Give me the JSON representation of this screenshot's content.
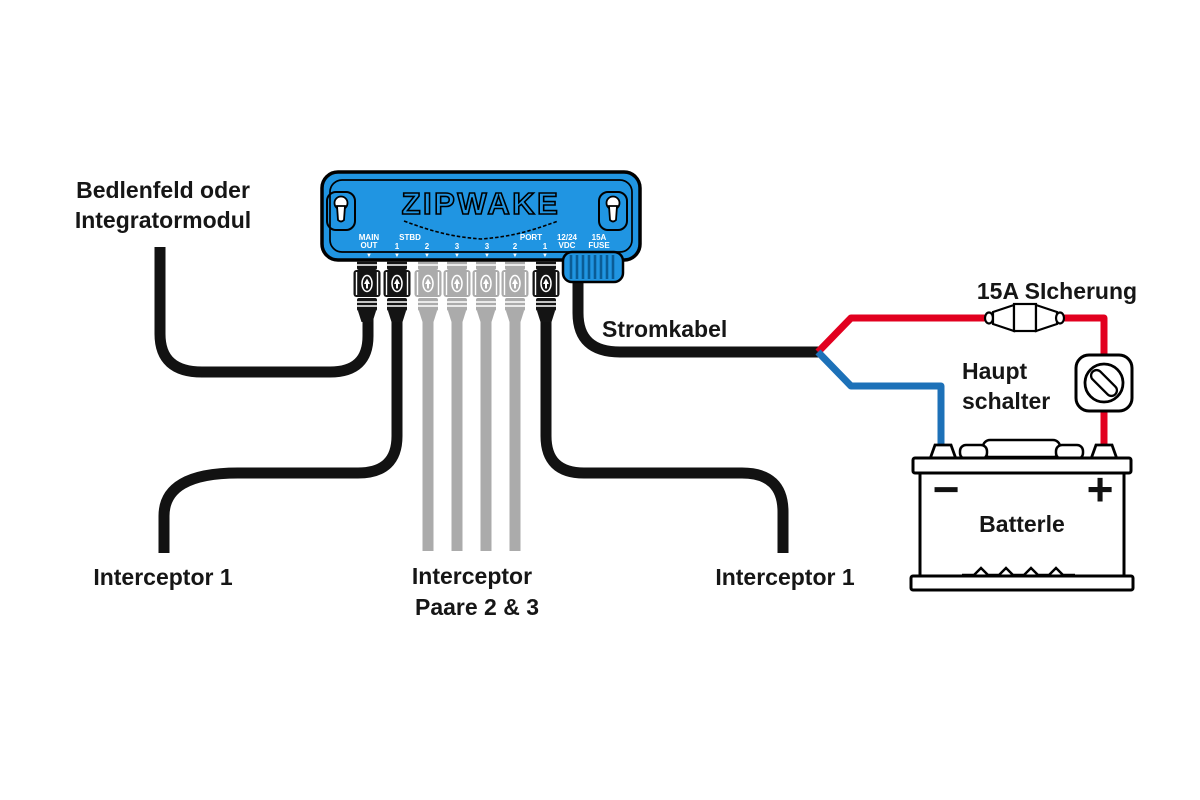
{
  "unit": {
    "brand": "ZIPWAKE",
    "ports": {
      "main_line1": "MAIN",
      "main_line2": "OUT",
      "stbd": "STBD",
      "port": "PORT",
      "numbers": [
        "1",
        "2",
        "3",
        "3",
        "2",
        "1"
      ],
      "vdc_line1": "12/24",
      "vdc_line2": "VDC",
      "fuse_line1": "15A",
      "fuse_line2": "FUSE",
      "arrow_down": "▼"
    }
  },
  "labels": {
    "panel_line1": "Bedlenfeld oder",
    "panel_line2": "Integratormodul",
    "power_cable": "Stromkabel",
    "fuse": "15A SIcherung",
    "main_switch_line1": "Haupt",
    "main_switch_line2": "schalter",
    "battery": "Batterle",
    "battery_minus": "−",
    "battery_plus": "+",
    "interceptor_left": "Interceptor 1",
    "interceptor_center_line1": "Interceptor",
    "interceptor_center_line2": "Paare 2 & 3",
    "interceptor_right": "Interceptor 1"
  },
  "colors": {
    "unit_blue": "#2095E2",
    "wire_red": "#E2001F",
    "wire_blue": "#1D71B8",
    "cable_black": "#121212",
    "cable_gray": "#ABABAB"
  }
}
